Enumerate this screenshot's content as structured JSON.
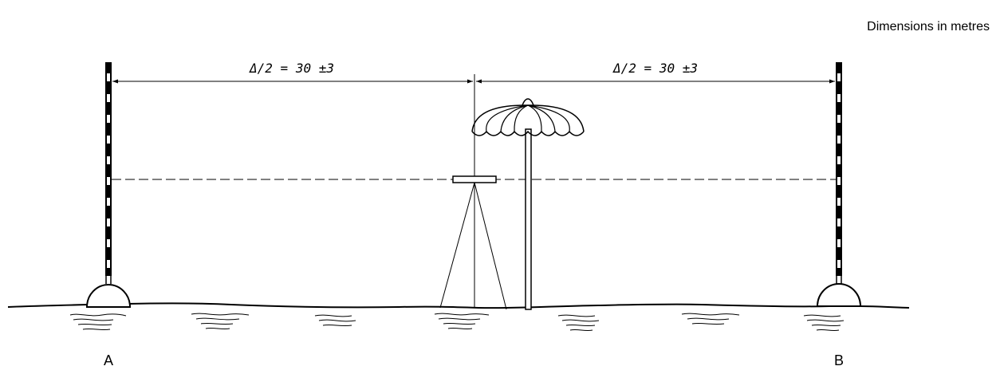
{
  "caption": "Dimensions in metres",
  "dimensions": {
    "left_label": "Δ/2 = 30 ±3",
    "right_label": "Δ/2 = 30 ±3"
  },
  "points": {
    "a": "A",
    "b": "B"
  }
}
